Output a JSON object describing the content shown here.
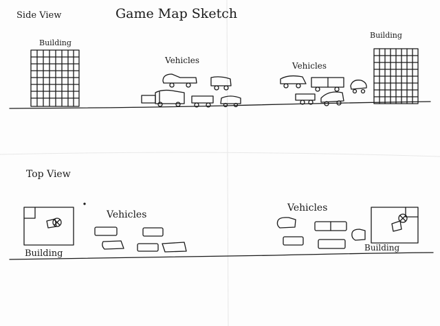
{
  "title": "Game Map Sketch",
  "side_view": {
    "label": "Side View",
    "building_left_label": "Building",
    "building_right_label": "Building",
    "vehicles_left_label": "Vehicles",
    "vehicles_right_label": "Vehicles"
  },
  "top_view": {
    "label": "Top View",
    "building_left_label": "Building",
    "building_right_label": "Building",
    "vehicles_left_label": "Vehicles",
    "vehicles_right_label": "Vehicles"
  },
  "colors": {
    "ink": "#1a1a1a",
    "paper": "#fdfdfd"
  }
}
